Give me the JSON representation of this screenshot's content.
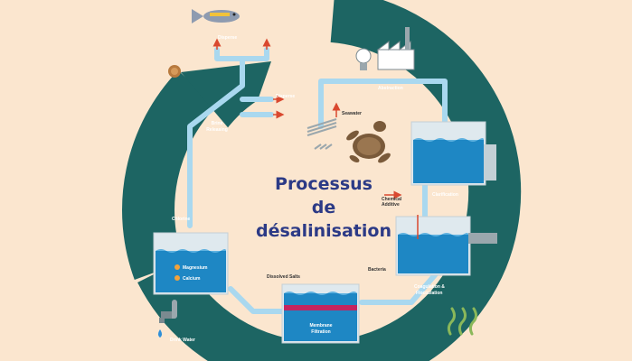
{
  "title_lines": [
    "Processus",
    "de",
    "désalinisation"
  ],
  "labels": {
    "disperse_top": "Disperse",
    "disperse_right": "Disperse",
    "brine_releasing_1": "Brine",
    "brine_releasing_2": "Releasing",
    "abstraction": "Abstraction",
    "seawater": "Seawater",
    "clarification": "Clarification",
    "chemical_1": "Chemical",
    "chemical_2": "Additive",
    "chlorine": "Chlorine",
    "magnesium": "Magnesium",
    "calcium": "Calcium",
    "dissolved_salts": "Dissolved Salts",
    "bacteria": "Bacteria",
    "coag_1": "Coagulation &",
    "coag_2": "Flocculation",
    "membrane_1": "Membrane",
    "membrane_2": "Filtration",
    "drink_water": "Drink Water"
  },
  "colors": {
    "background": "#fbe6cf",
    "ring": "#1d6563",
    "pipe": "#a9d8ef",
    "tank_water": "#1e87c4",
    "title": "#2c3a86",
    "arrow_red": "#d9482f"
  },
  "icons": [
    "fish-icon",
    "shell-icon",
    "turtle-icon",
    "factory-icon",
    "faucet-icon",
    "water-drop-icon",
    "seaweed-icon"
  ]
}
